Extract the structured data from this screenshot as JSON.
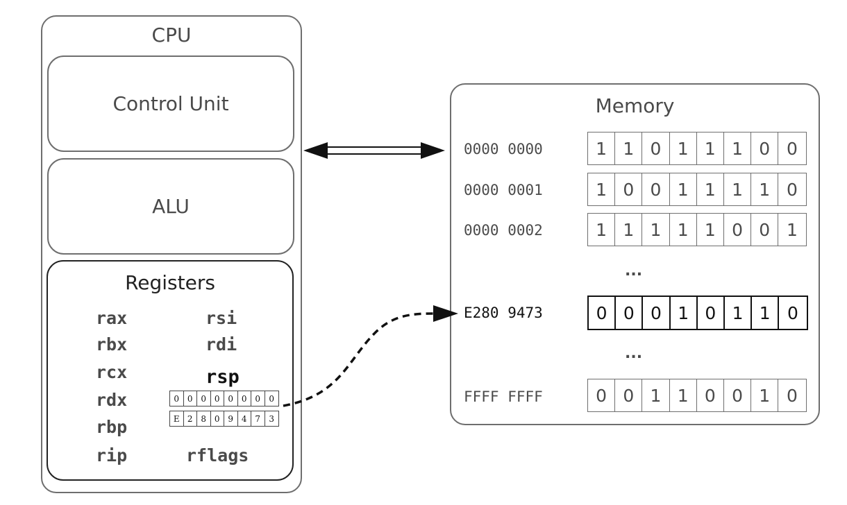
{
  "cpu": {
    "title": "CPU",
    "control_unit": "Control Unit",
    "alu": "ALU",
    "registers": {
      "title": "Registers",
      "left_column": [
        "rax",
        "rbx",
        "rcx",
        "rdx",
        "rbp",
        "rip"
      ],
      "right_column": [
        "rsi",
        "rdi",
        "rsp",
        "rflags"
      ],
      "rsp_value_high": [
        "0",
        "0",
        "0",
        "0",
        "0",
        "0",
        "0",
        "0"
      ],
      "rsp_value_low": [
        "E",
        "2",
        "8",
        "0",
        "9",
        "4",
        "7",
        "3"
      ]
    }
  },
  "memory": {
    "title": "Memory",
    "rows": [
      {
        "address": "0000 0000",
        "bits": [
          "1",
          "1",
          "0",
          "1",
          "1",
          "1",
          "0",
          "0"
        ]
      },
      {
        "address": "0000 0001",
        "bits": [
          "1",
          "0",
          "0",
          "1",
          "1",
          "1",
          "1",
          "0"
        ]
      },
      {
        "address": "0000 0002",
        "bits": [
          "1",
          "1",
          "1",
          "1",
          "1",
          "0",
          "0",
          "1"
        ]
      },
      {
        "address": "E280 9473",
        "bits": [
          "0",
          "0",
          "0",
          "1",
          "0",
          "1",
          "1",
          "0"
        ]
      },
      {
        "address": "FFFF FFFF",
        "bits": [
          "0",
          "0",
          "1",
          "1",
          "0",
          "0",
          "1",
          "0"
        ]
      }
    ],
    "ellipsis": "..."
  }
}
